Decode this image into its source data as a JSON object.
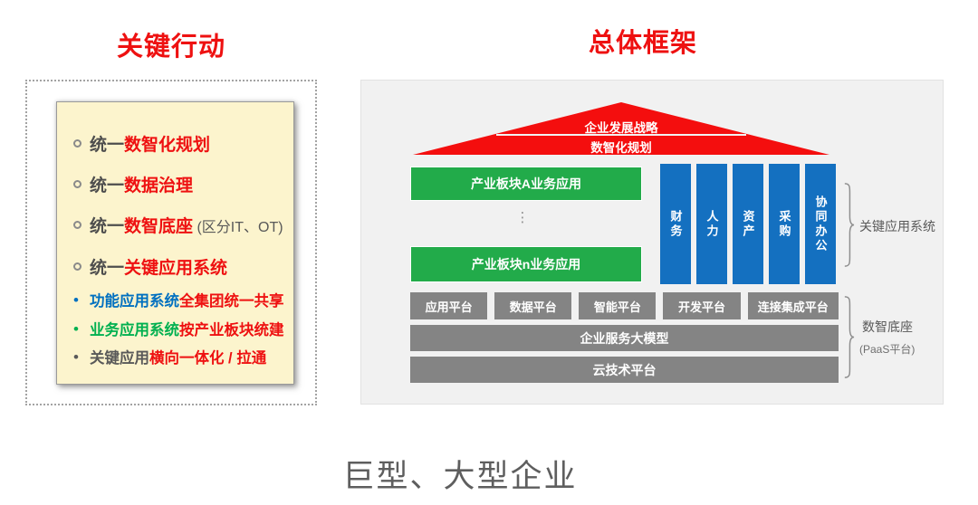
{
  "page": {
    "left_title": "关键行动",
    "right_title": "总体框架",
    "bottom_title": "巨型、大型企业"
  },
  "key_actions": {
    "items": [
      {
        "prefix": "统一",
        "highlight": "数智化规划",
        "suffix": ""
      },
      {
        "prefix": "统一",
        "highlight": "数据治理",
        "suffix": ""
      },
      {
        "prefix": "统一",
        "highlight": "数智底座",
        "suffix": " (区分IT、OT)"
      },
      {
        "prefix": "统一",
        "highlight": "关键应用系统",
        "suffix": ""
      }
    ],
    "sub_items": [
      {
        "bullet": "•",
        "lead": "功能应用系统",
        "rest": "全集团统一共享"
      },
      {
        "bullet": "•",
        "lead": "业务应用系统",
        "rest": "按产业板块统建"
      },
      {
        "bullet": "•",
        "lead": "关键应用",
        "rest": "横向一体化 / 拉通"
      }
    ]
  },
  "framework": {
    "roof": {
      "line1": "企业发展战略",
      "line2": "数智化规划"
    },
    "business_app_bars": [
      "产业板块A业务应用",
      "产业板块n业务应用"
    ],
    "ellipsis": "⋮",
    "app_columns": [
      "财务",
      "人力",
      "资产",
      "采购",
      "协同办公"
    ],
    "platforms": [
      "应用平台",
      "数据平台",
      "智能平台",
      "开发平台",
      "连接集成平台"
    ],
    "model_bar": "企业服务大模型",
    "cloud_bar": "云技术平台",
    "label_apps": "关键应用系统",
    "label_base": "数智底座",
    "label_base_sub": "(PaaS平台)"
  },
  "colors": {
    "accent_red": "#ee1111",
    "roof_red": "#f40e0e",
    "column_blue": "#1470c0",
    "bar_green": "#22ab4a",
    "text_blue": "#0070c0",
    "text_green": "#00b050",
    "platform_gray": "#848484",
    "cream_bg": "#fcf4cd",
    "panel_bg": "#f1f1f1"
  }
}
